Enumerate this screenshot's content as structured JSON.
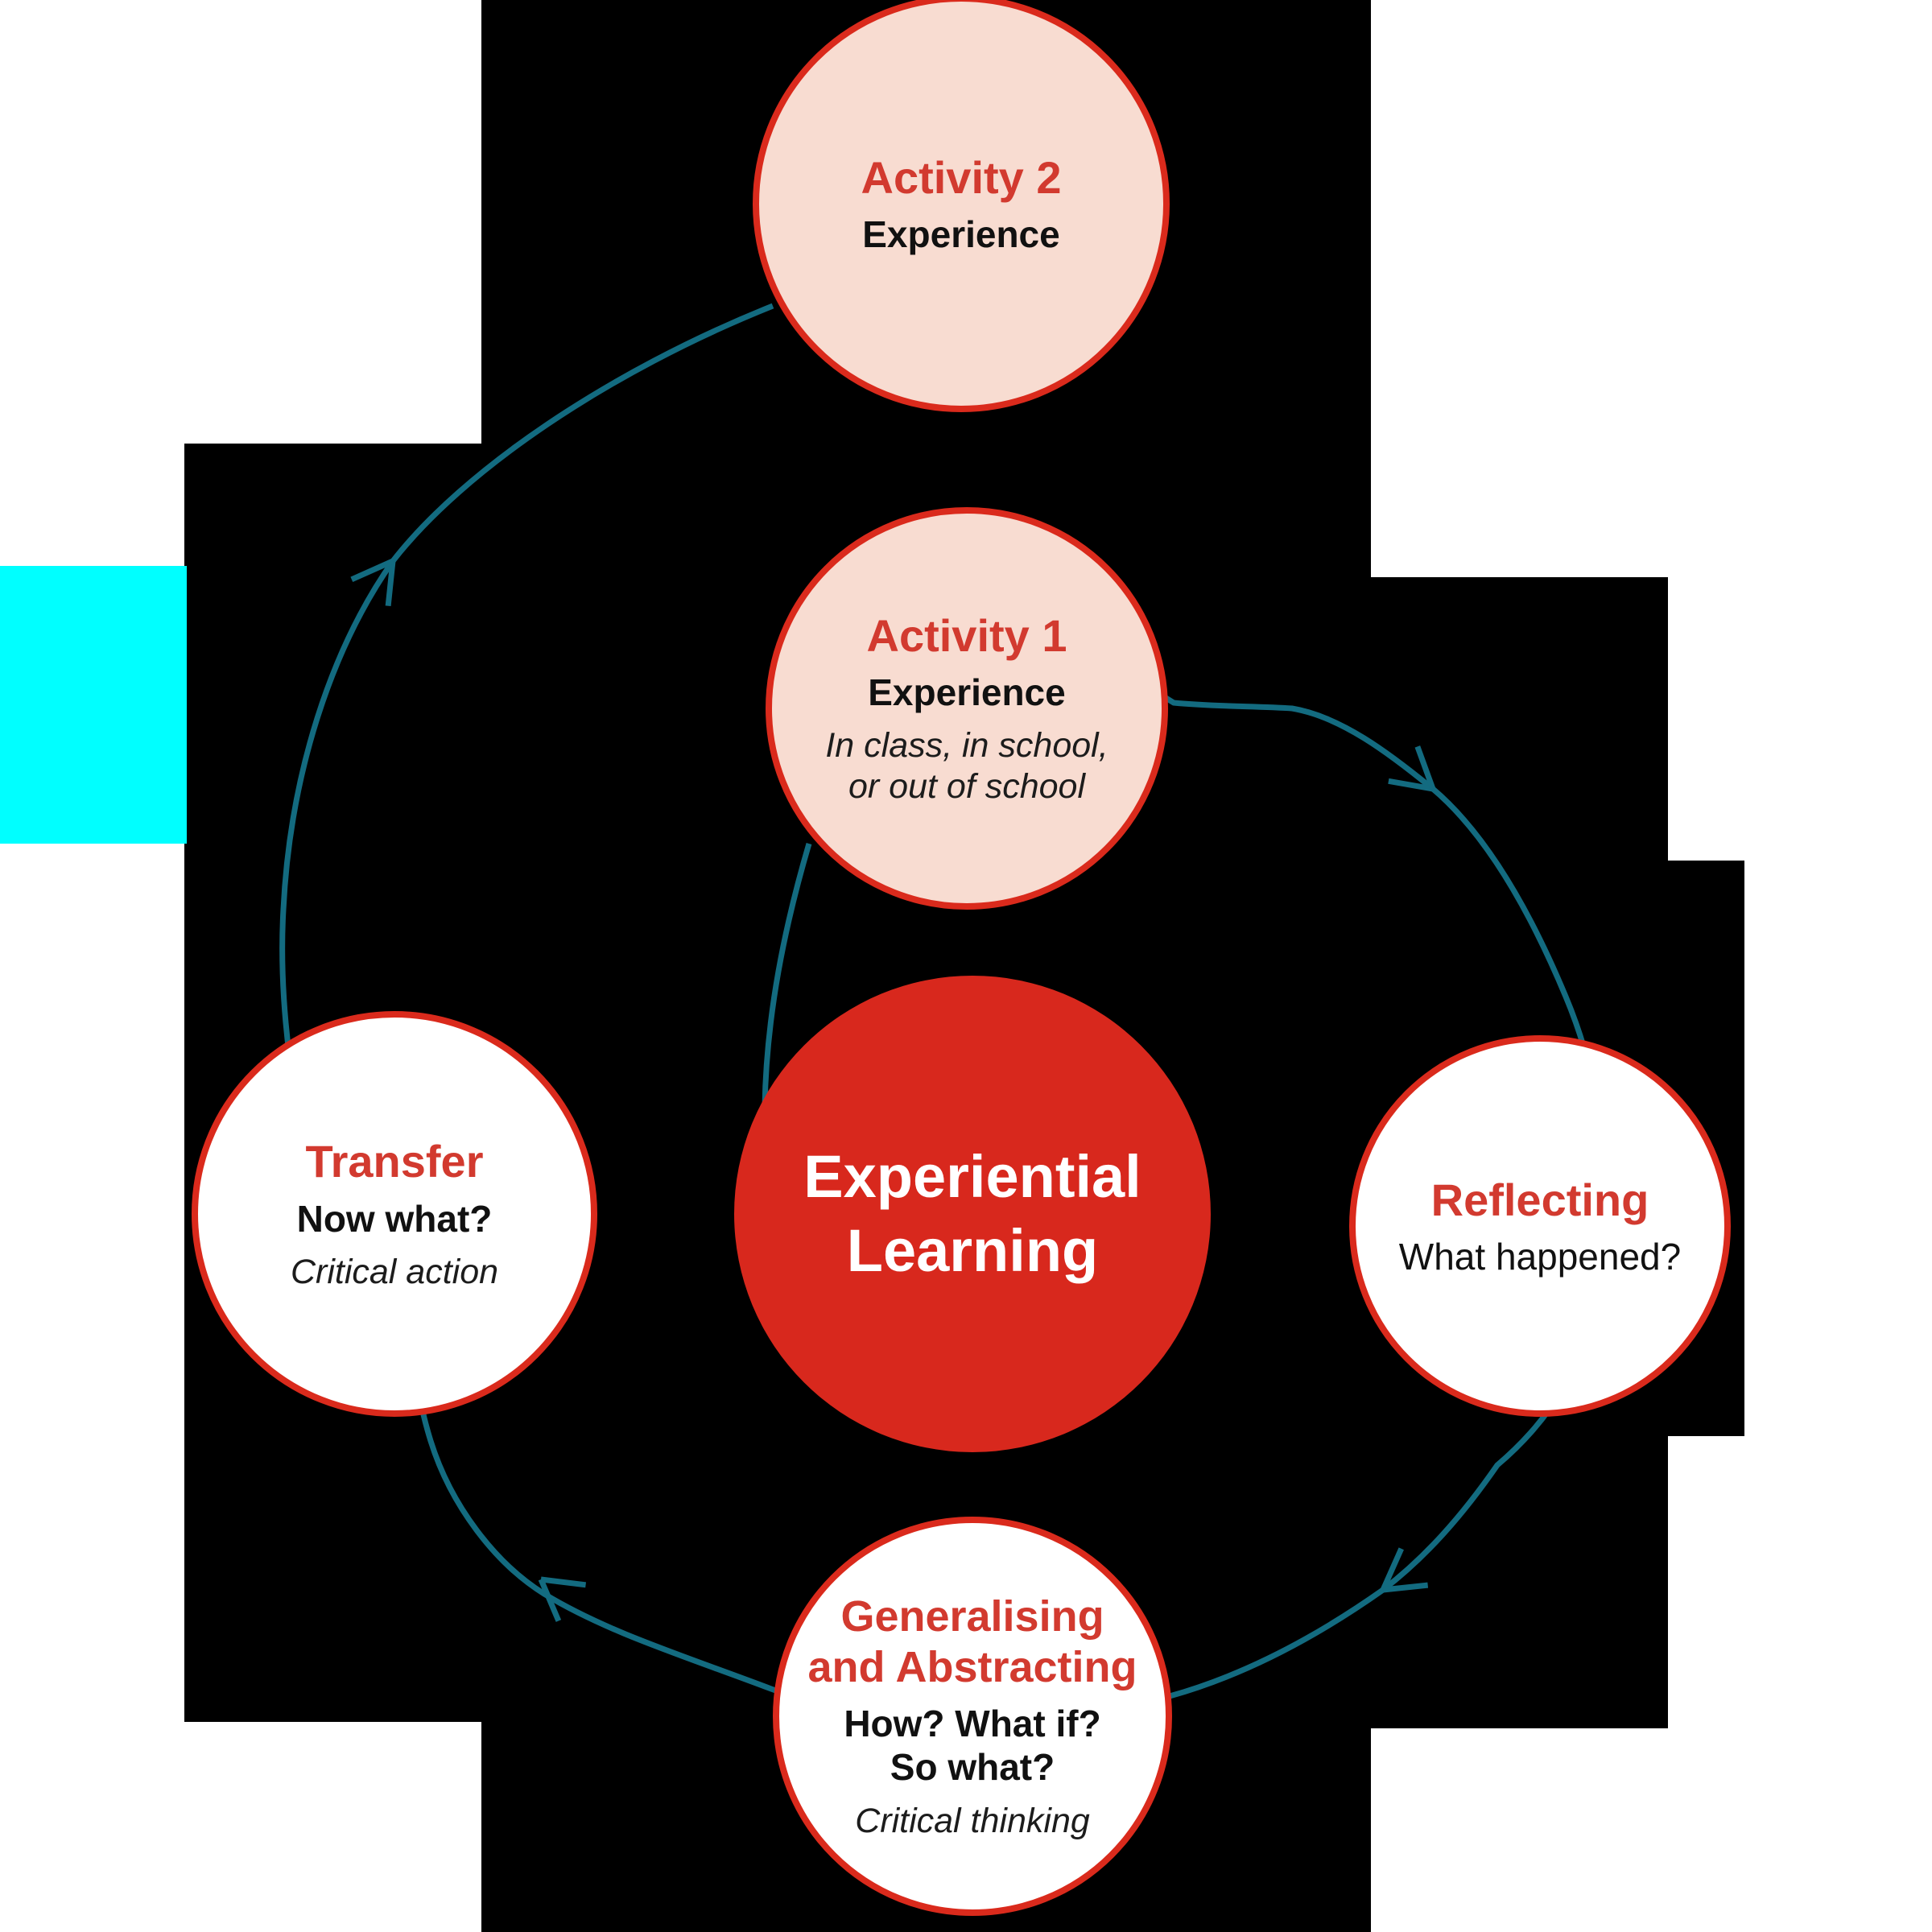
{
  "colors": {
    "background": "#ffffff",
    "block": "#000000",
    "cyan_accent": "#00ffff",
    "teal_arrow": "#136b80",
    "circle_stroke_red": "#da2a1c",
    "pink_fill": "#f8dcd1",
    "center_fill_red": "#d8281d",
    "title_red": "#d23a2f",
    "text_dark": "#111111",
    "center_text": "#ffffff"
  },
  "center": {
    "line1": "Experiential",
    "line2": "Learning"
  },
  "nodes": {
    "activity2": {
      "title": "Activity 2",
      "subtitle": "Experience"
    },
    "activity1": {
      "title": "Activity 1",
      "subtitle": "Experience",
      "note1": "In class, in school,",
      "note2": "or out of school"
    },
    "reflecting": {
      "title": "Reflecting",
      "subtitle": "What happened?"
    },
    "generalising": {
      "title1": "Generalising",
      "title2": "and Abstracting",
      "subtitle1": "How? What if?",
      "subtitle2": "So what?",
      "note": "Critical thinking"
    },
    "transfer": {
      "title": "Transfer",
      "subtitle": "Now what?",
      "note": "Critical action"
    }
  }
}
